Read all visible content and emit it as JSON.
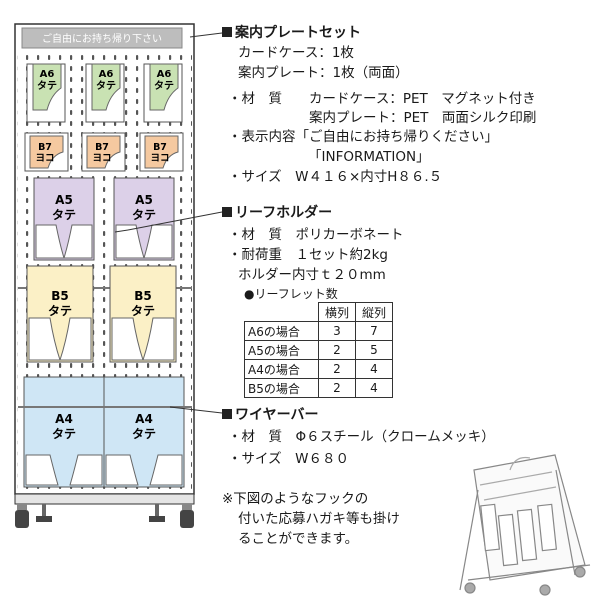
{
  "top_sign": "ご自由にお持ち帰り下さい",
  "pockets": {
    "a6": {
      "size": "A6",
      "orient": "タテ"
    },
    "b7": {
      "size": "B7",
      "orient": "ヨコ"
    },
    "a5": {
      "size": "A5",
      "orient": "タテ"
    },
    "b5": {
      "size": "B5",
      "orient": "タテ"
    },
    "a4": {
      "size": "A4",
      "orient": "タテ"
    }
  },
  "section_plate": {
    "heading": "案内プレートセット",
    "line1": "カードケース：1枚",
    "line2": "案内プレート：1枚（両面）",
    "material_label": "・材　質",
    "material1": "カードケース：PET　マグネット付き",
    "material2": "案内プレート：PET　両面シルク印刷",
    "display": "・表示内容「ご自由にお持ち帰りください」",
    "display2": "「INFORMATION」",
    "size": "・サイズ　W４１６×内寸H８６.５"
  },
  "section_leaf": {
    "heading": "リーフホルダー",
    "material": "・材　質　ポリカーボネート",
    "load": "・耐荷重　１セット約2kg",
    "inner": "ホルダー内寸ｔ２０mm",
    "table_title": "●リーフレット数",
    "table_headers": [
      "横列",
      "縦列"
    ],
    "table_rows": [
      {
        "label": "A6の場合",
        "h": "3",
        "v": "7"
      },
      {
        "label": "A5の場合",
        "h": "2",
        "v": "5"
      },
      {
        "label": "A4の場合",
        "h": "2",
        "v": "4"
      },
      {
        "label": "B5の場合",
        "h": "2",
        "v": "4"
      }
    ]
  },
  "section_wire": {
    "heading": "ワイヤーバー",
    "material": "・材　質　Φ６スチール（クロームメッキ）",
    "size": "・サイズ　W６８０"
  },
  "note": {
    "line1": "※下図のようなフックの",
    "line2": "付いた応募ハガキ等も掛け",
    "line3": "ることができます。"
  }
}
